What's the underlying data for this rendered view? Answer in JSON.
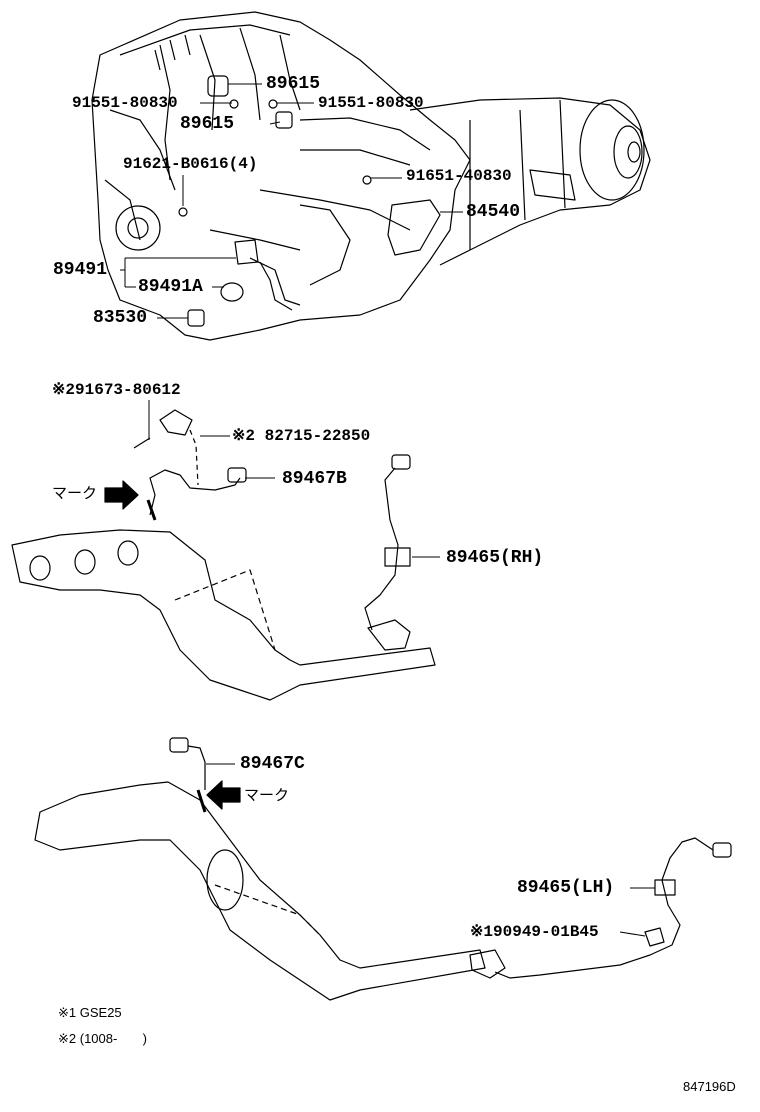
{
  "callouts": {
    "p89615_top": "89615",
    "p91551_left": "91551-80830",
    "p91551_right": "91551-80830",
    "p89615_mid": "89615",
    "p91621": "91621-B0616(4)",
    "p91651": "91651-40830",
    "p84540": "84540",
    "p89491": "89491",
    "p89491A": "89491A",
    "p83530": "83530",
    "p91673": "※291673-80612",
    "p82715": "※2 82715-22850",
    "p89467B": "89467B",
    "p89465RH": "89465(RH)",
    "mark_upper": "マーク",
    "p89467C": "89467C",
    "mark_lower": "マーク",
    "p89465LH": "89465(LH)",
    "p90949": "※190949-01B45"
  },
  "notes": {
    "note1": "※1 GSE25",
    "note2": "※2 (1008-       )"
  },
  "figure_code": "847196D"
}
